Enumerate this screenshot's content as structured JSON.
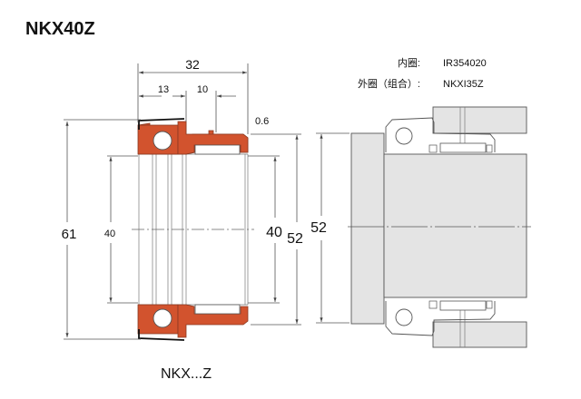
{
  "title": "NKX40Z",
  "caption": "NKX...Z",
  "dimensions": {
    "overall_width": "32",
    "ball_part_width": "13",
    "groove_offset": "10",
    "chamfer": "0.6",
    "outer_diameter_flange": "61",
    "inner_diameter_left": "40",
    "inner_diameter_right": "40",
    "outer_diameter": "52",
    "housing_diameter": "52"
  },
  "parts": {
    "inner_ring_label": "内圈:",
    "inner_ring_value": "IR354020",
    "outer_ring_label": "外圈（组合）:",
    "outer_ring_value": "NKXI35Z"
  },
  "colors": {
    "section": "#d2532e"
  }
}
